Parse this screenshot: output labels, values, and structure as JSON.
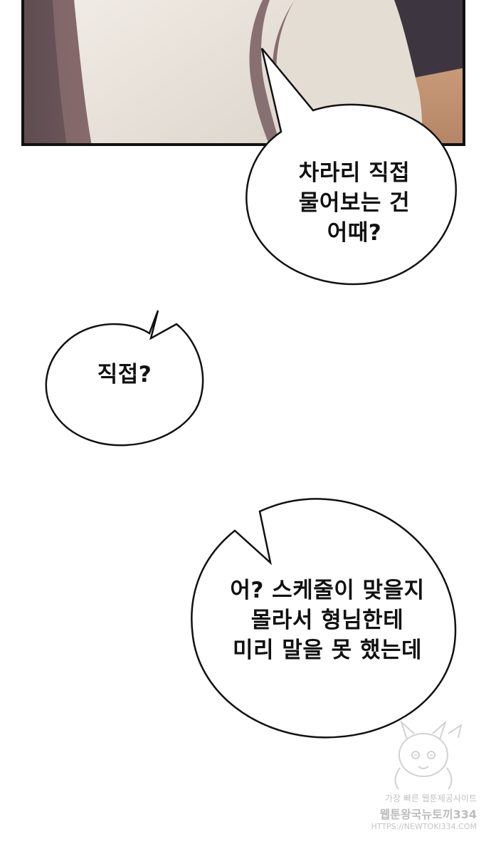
{
  "bubbles": [
    {
      "lines": [
        "차라리 직접",
        "물어보는 건",
        "어때?"
      ]
    },
    {
      "lines": [
        "직접?"
      ]
    },
    {
      "lines": [
        "어? 스케줄이 맞을지",
        "몰라서 형님한테",
        "미리 말을 못 했는데"
      ]
    }
  ],
  "watermark": {
    "line1": "가장 빠른 웹툰제공사이트",
    "line2": "웹툰왕국뉴토끼334",
    "line3": "HTTPS://NEWTOKI334.COM"
  },
  "colors": {
    "panel_bg": "#6c5a5c",
    "cloth": "#e9e4dd",
    "border": "#111111"
  }
}
